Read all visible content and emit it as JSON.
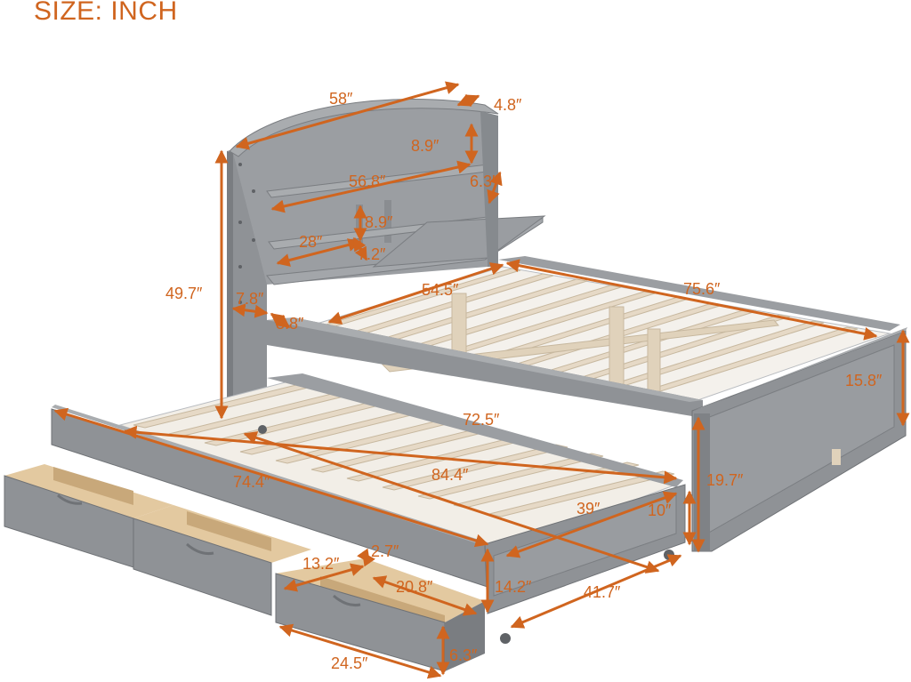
{
  "title": "SIZE: INCH",
  "colors": {
    "accent": "#d0651f",
    "frame": "#8f9296",
    "frame_light": "#a9acaf",
    "frame_dark": "#6f7276",
    "slat": "#e6d9c6",
    "slat_edge": "#c7b89f",
    "drawer_inside": "#e3c9a0",
    "drawer_shadow": "#c8a87a"
  },
  "dimensions": {
    "headboard_width": "58″",
    "shelf_depth_top": "4.8″",
    "shelf_height_top": "8.9″",
    "shelf_inner_width": "56.8″",
    "flap_depth": "6.3″",
    "shelf_height_mid": "8.9″",
    "compartment_width": "28″",
    "compartment_depth": "7.2″",
    "headboard_height": "49.7″",
    "post_width": "7.8″",
    "side_rail_gap": "3.8″",
    "bed_inner_width": "54.5″",
    "bed_length": "75.6″",
    "footboard_height": "15.8″",
    "trundle_inner_length": "72.5″",
    "trundle_outer_length": "74.4″",
    "diagonal_length": "84.4″",
    "trundle_width": "39″",
    "trundle_height": "10″",
    "clearance_height": "19.7″",
    "drawer_depth": "13.2″",
    "drawer_wall": "2.7″",
    "drawer_inner_width": "20.8″",
    "trundle_frame_height": "14.2″",
    "trundle_outer_width": "41.7″",
    "drawer_width": "24.5″",
    "drawer_height": "6.3″"
  }
}
